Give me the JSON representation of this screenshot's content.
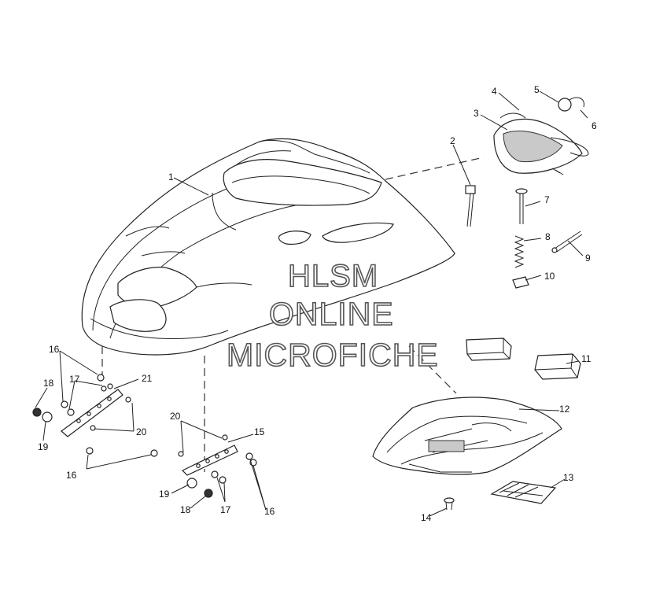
{
  "watermark": {
    "line1": "HLSM",
    "line2": "ONLINE",
    "line3": "MICROFICHE"
  },
  "callouts": {
    "c1": "1",
    "c2": "2",
    "c3": "3",
    "c4": "4",
    "c5": "5",
    "c6": "6",
    "c7": "7",
    "c8": "8",
    "c9": "9",
    "c10": "10",
    "c11": "11",
    "c12": "12",
    "c13": "13",
    "c14": "14",
    "c15": "15",
    "c16a": "16",
    "c16b": "16",
    "c16c": "16",
    "c17a": "17",
    "c17b": "17",
    "c18a": "18",
    "c18b": "18",
    "c19a": "19",
    "c19b": "19",
    "c20a": "20",
    "c20b": "20",
    "c21": "21"
  }
}
